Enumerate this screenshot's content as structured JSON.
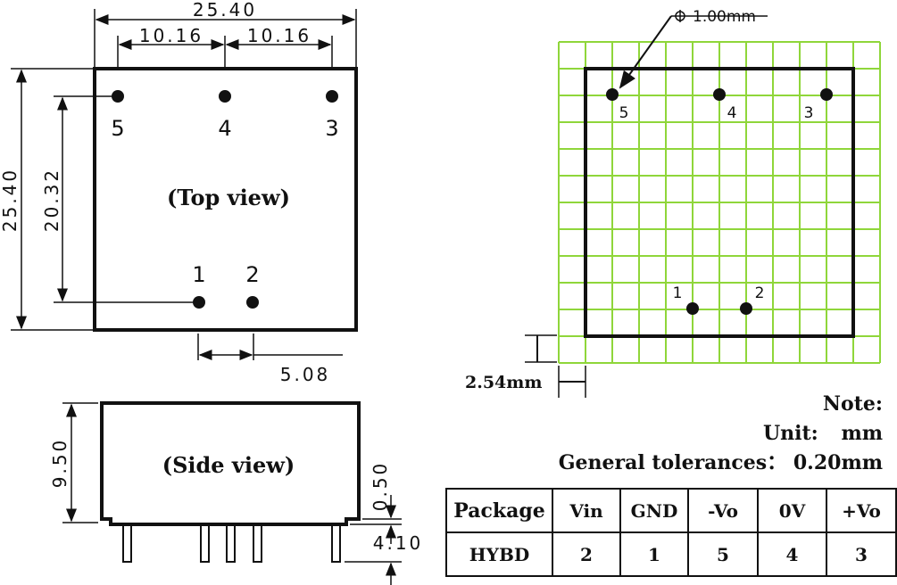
{
  "top_view": {
    "label": "(Top view)",
    "width_dim": "25.40",
    "pin_pitch_left": "10.16",
    "pin_pitch_right": "10.16",
    "height_dim": "25.40",
    "pin_row_spacing": "20.32",
    "bottom_pin_spacing": "5.08",
    "pins_top": [
      "5",
      "4",
      "3"
    ],
    "pins_bottom": [
      "1",
      "2"
    ]
  },
  "side_view": {
    "label": "(Side view)",
    "height_dim": "9.50",
    "standoff_dim": "0.50",
    "pin_length_dim": "4.10"
  },
  "grid_view": {
    "hole_dim": "1.00mm",
    "grid_pitch": "2.54mm",
    "pins_top": [
      "5",
      "4",
      "3"
    ],
    "pins_bottom": [
      "1",
      "2"
    ],
    "grid_color": "#8fd63a"
  },
  "notes": {
    "title": "Note:",
    "unit_label": "Unit:",
    "unit_value": "mm",
    "tolerance_label": "General tolerances：",
    "tolerance_value": "0.20mm"
  },
  "pin_table": {
    "headers": [
      "Package",
      "Vin",
      "GND",
      "-Vo",
      "0V",
      "+Vo"
    ],
    "rows": [
      [
        "HYBD",
        "2",
        "1",
        "5",
        "4",
        "3"
      ]
    ]
  }
}
